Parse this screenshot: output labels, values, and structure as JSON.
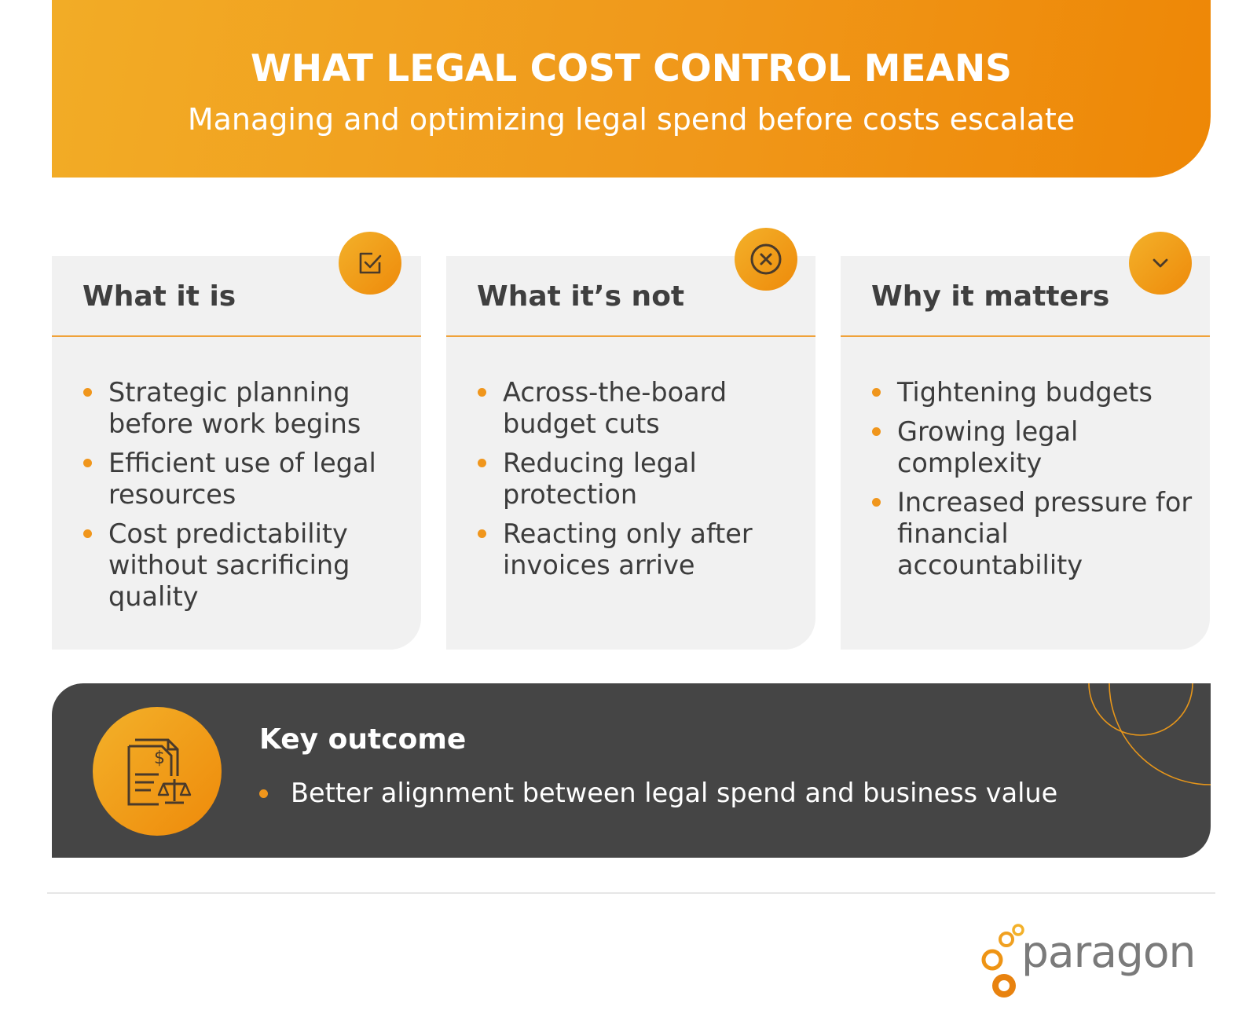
{
  "header": {
    "title": "WHAT LEGAL COST CONTROL MEANS",
    "subtitle": "Managing and optimizing legal spend before costs escalate"
  },
  "cards": [
    {
      "title": "What it is",
      "icon": "checkbox-check-icon",
      "items": [
        "Strategic planning before work begins",
        "Efficient use of legal resources",
        "Cost predictability without sacrificing quality"
      ]
    },
    {
      "title": "What it’s not",
      "icon": "x-circle-icon",
      "items": [
        "Across-the-board budget cuts",
        "Reducing legal protection",
        "Reacting only after invoices arrive"
      ]
    },
    {
      "title": "Why it matters",
      "icon": "chevron-down-icon",
      "items": [
        "Tightening budgets",
        "Growing legal complexity",
        "Increased pressure for financial accountability"
      ]
    }
  ],
  "outcome": {
    "title": "Key outcome",
    "icon": "legal-invoice-scales-icon",
    "items": [
      "Better alignment between legal spend and business value"
    ]
  },
  "logo": {
    "text": "paragon",
    "icon": "bubbles-logo-icon"
  },
  "colors": {
    "accent": "#f0961c",
    "dark": "#454545",
    "card": "#f1f1f1",
    "text": "#3f3f3f"
  }
}
